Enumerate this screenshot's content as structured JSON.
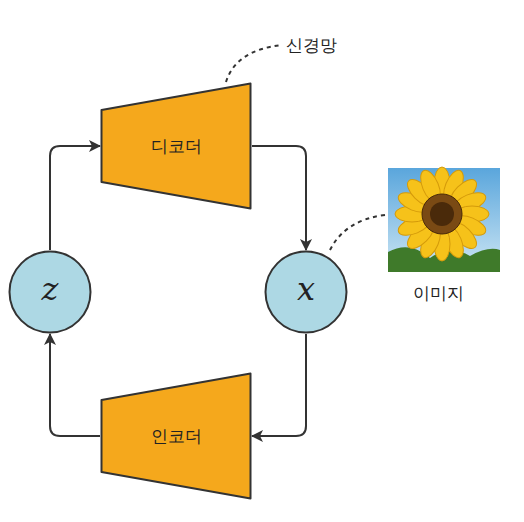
{
  "diagram": {
    "nodes": [
      {
        "text": [
          "디코더"
        ]
      },
      {
        "text": [
          "z"
        ]
      },
      {
        "text": [
          "x"
        ]
      },
      {
        "text": [
          "인코더"
        ]
      }
    ],
    "edges": [
      {
        "from": 1,
        "to": 0,
        "arrow": "to"
      },
      {
        "from": 0,
        "to": 2,
        "arrow": "to"
      },
      {
        "from": 2,
        "to": 3,
        "arrow": "to"
      },
      {
        "from": 3,
        "to": 1,
        "arrow": "to"
      }
    ],
    "labels": [
      "신경망",
      "이미지"
    ]
  }
}
